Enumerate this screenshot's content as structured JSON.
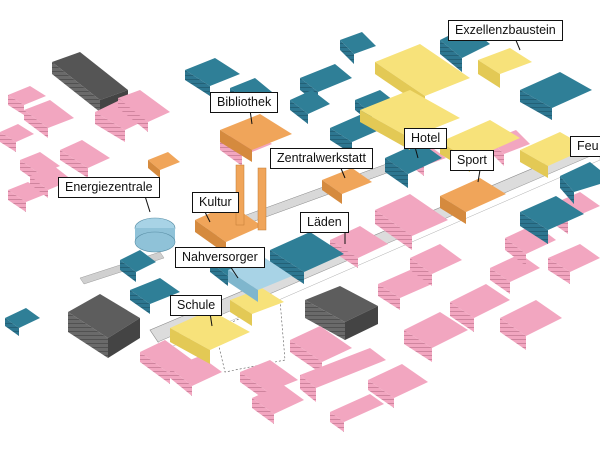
{
  "labels": {
    "exzellenzbaustein": "Exzellenzbaustein",
    "bibliothek": "Bibliothek",
    "hotel": "Hotel",
    "zentralwerkstatt": "Zentralwerkstatt",
    "sport": "Sport",
    "feuerwehr": "Feu",
    "energiezentrale": "Energiezentrale",
    "kultur": "Kultur",
    "laeden": "Läden",
    "nahversorger": "Nahversorger",
    "schule": "Schule"
  },
  "palette": {
    "residential": "#f2a6c0",
    "research": "#2f7f97",
    "education": "#f7e27a",
    "cultural": "#f0a55a",
    "existing": "#666666",
    "retail": "#a8d3e6",
    "rail": "#b8b8b8"
  }
}
